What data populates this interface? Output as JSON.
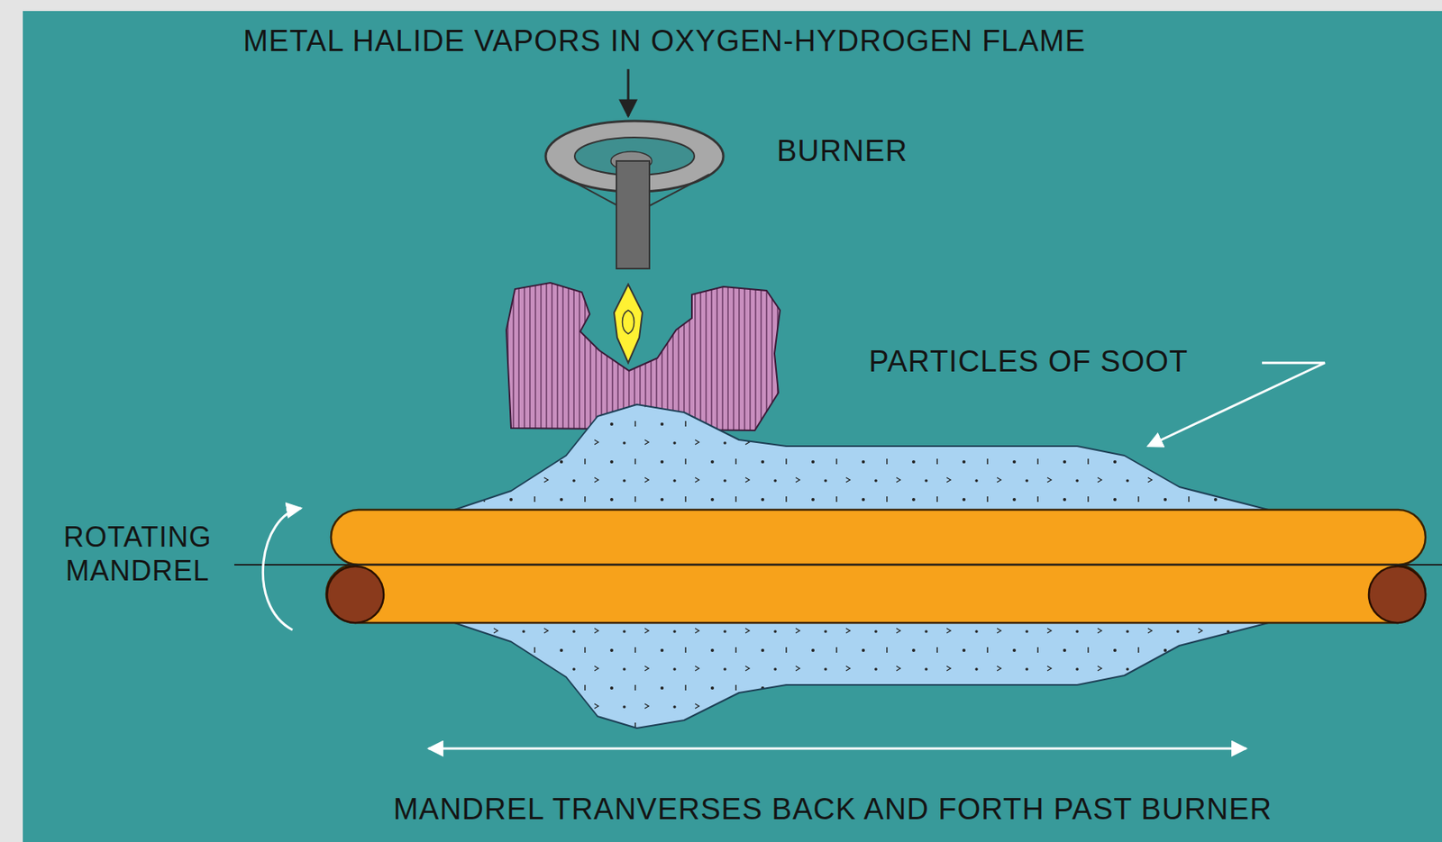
{
  "diagram": {
    "labels": [
      "METAL HALIDE VAPORS IN OXYGEN-HYDROGEN FLAME",
      "BURNER",
      "PARTICLES OF SOOT",
      "ROTATING MANDREL",
      "MANDREL TRANVERSES BACK AND FORTH PAST BURNER"
    ]
  }
}
